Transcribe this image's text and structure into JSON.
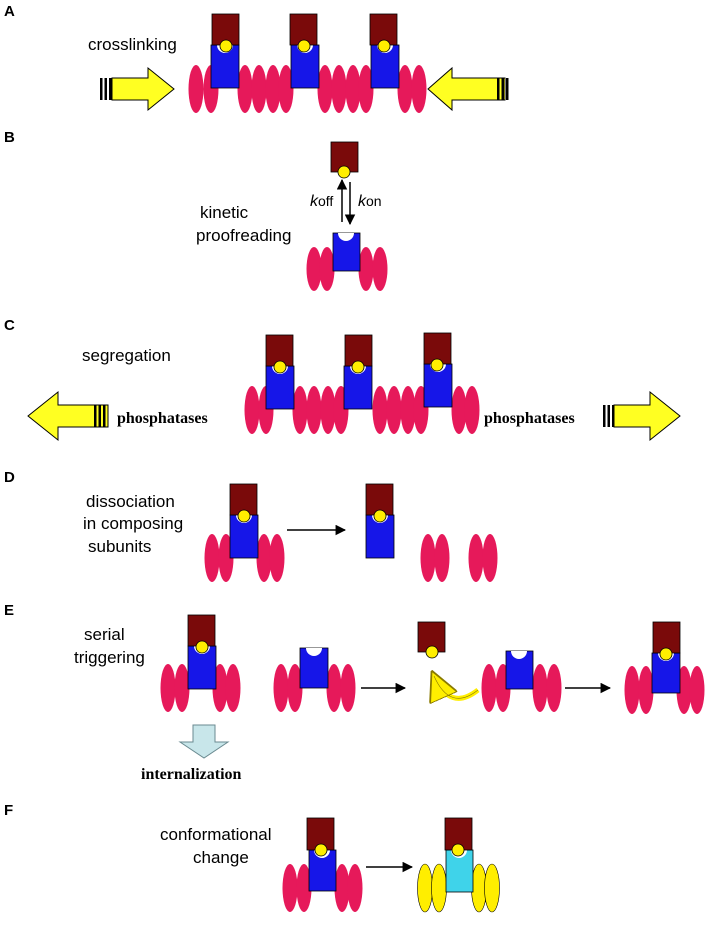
{
  "colors": {
    "ligand": "#7a0a0a",
    "binding_site": "#ffee00",
    "receptor_blue": "#1616e8",
    "receptor_cyan": "#3fd3ea",
    "subunit_pink": "#e6195a",
    "subunit_yellow": "#ffee00",
    "arrow_yellow": "#ffff22",
    "internalization_arrow": "#c8e6ea"
  },
  "panels": [
    {
      "letter": "A",
      "label_lines": [
        "crosslinking"
      ]
    },
    {
      "letter": "B",
      "label_lines": [
        "kinetic",
        "proofreading"
      ],
      "k_off": {
        "k": "k",
        "sub": "off"
      },
      "k_on": {
        "k": "k",
        "sub": "on"
      }
    },
    {
      "letter": "C",
      "label_lines": [
        "segregation"
      ],
      "left_text": "phosphatases",
      "right_text": "phosphatases"
    },
    {
      "letter": "D",
      "label_lines": [
        "dissociation",
        "in composing",
        "subunits"
      ]
    },
    {
      "letter": "E",
      "label_lines": [
        "serial",
        "triggering"
      ],
      "below_text": "internalization"
    },
    {
      "letter": "F",
      "label_lines": [
        "conformational",
        "change"
      ]
    }
  ]
}
